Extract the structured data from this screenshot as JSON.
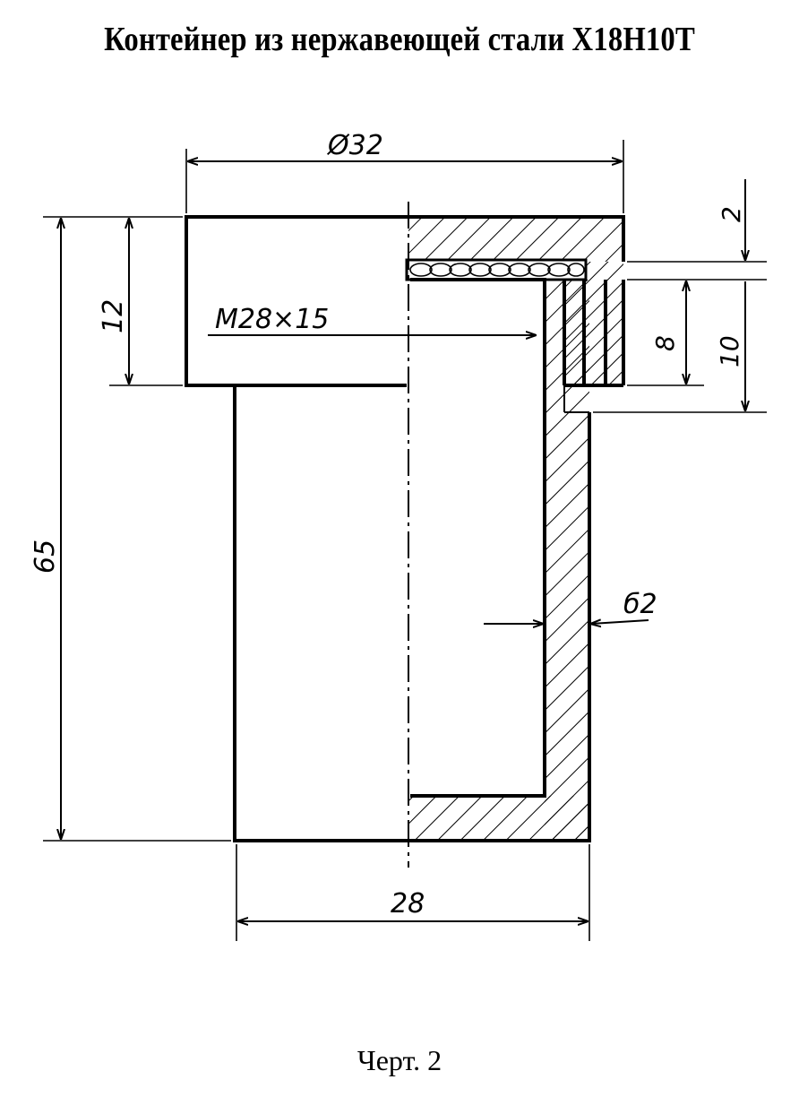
{
  "title": "Контейнер из нержавеющей стали Х18Н10Т",
  "caption": "Черт. 2",
  "dimensions": {
    "outer_diameter": "Ø32",
    "thread": "М28×15",
    "top_height": "12",
    "total_height": "65",
    "wall_thickness": "б2",
    "base_width": "28",
    "cap_thickness": "2",
    "seal_height": "8",
    "cap_height": "10"
  }
}
